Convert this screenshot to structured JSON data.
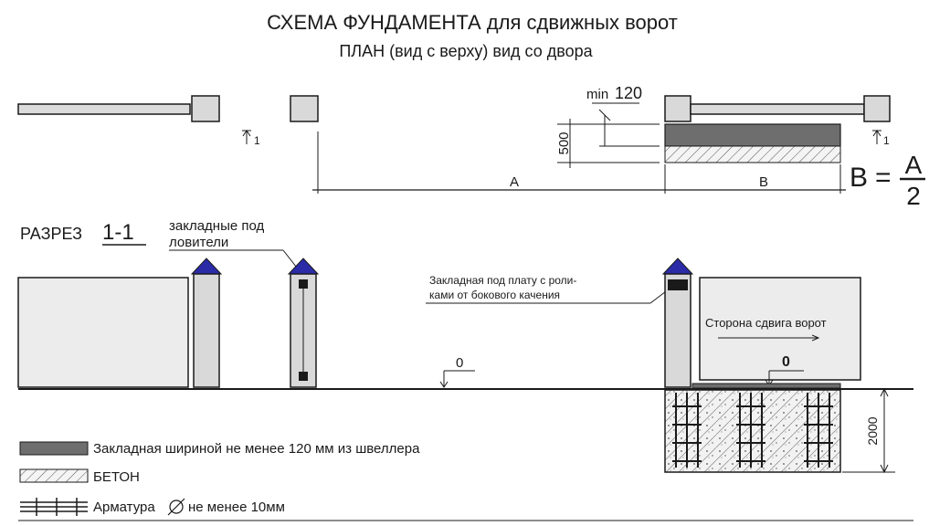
{
  "title": "СХЕМА ФУНДАМЕНТА для сдвижных ворот",
  "subtitle": "ПЛАН (вид с верху) вид со двора",
  "plan": {
    "min_label": "min",
    "min_value": "120",
    "depth_value": "500",
    "section_mark": "1",
    "dim_a": "A",
    "dim_b": "B",
    "formula_lhs": "B",
    "formula_eq": "=",
    "formula_num": "A",
    "formula_den": "2"
  },
  "section": {
    "title_prefix": "РАЗРЕЗ",
    "title_number": "1-1",
    "embeds_label_line1": "закладные под",
    "embeds_label_line2": "ловители",
    "plate_label_line1": "Закладная под плату с роли-",
    "plate_label_line2": "ками от бокового качения",
    "shift_label": "Сторона сдвига ворот",
    "level_zero": "0",
    "level_zero_bold": "0",
    "depth_value": "2000"
  },
  "legend": [
    {
      "swatch": "channel",
      "text": "Закладная шириной не менее  120 мм из швеллера"
    },
    {
      "swatch": "concrete",
      "text": "БЕТОН"
    },
    {
      "swatch": "rebar",
      "text_before": "Арматура",
      "text_after": "не менее 10мм"
    }
  ],
  "colors": {
    "steel": "#6e6e6e",
    "post_fill": "#d9d9d9",
    "panel_fill": "#ececec",
    "cap": "#2b2ba8",
    "line": "#1a1a1a"
  }
}
